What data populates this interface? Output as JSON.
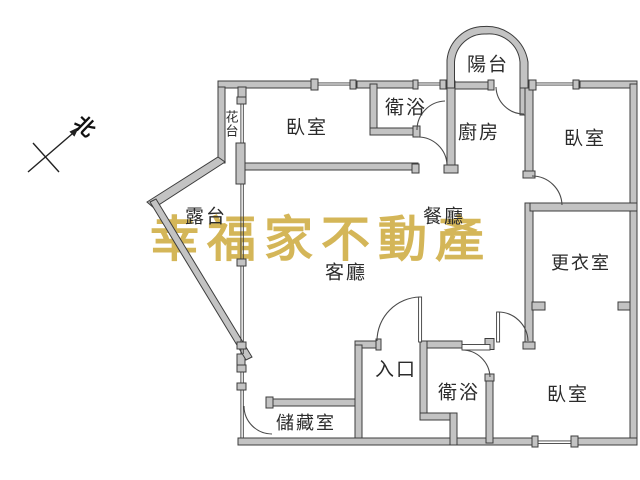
{
  "title": "apartment-floor-plan",
  "watermark": {
    "text": "幸福家不動產",
    "color": "#d1b04a"
  },
  "compass": {
    "label": "北"
  },
  "colors": {
    "background": "#ffffff",
    "wall_fill": "#c3c3c3",
    "wall_outline": "#3c3c3c",
    "label_text": "#2b2b2b"
  },
  "rooms": [
    {
      "id": "terrace",
      "label": "露台"
    },
    {
      "id": "flower-bed",
      "label": "花台"
    },
    {
      "id": "bedroom-top-left",
      "label": "臥室"
    },
    {
      "id": "bathroom-top",
      "label": "衛浴"
    },
    {
      "id": "balcony",
      "label": "陽台"
    },
    {
      "id": "kitchen",
      "label": "廚房"
    },
    {
      "id": "bedroom-top-right",
      "label": "臥室"
    },
    {
      "id": "dining-room",
      "label": "餐廳"
    },
    {
      "id": "living-room",
      "label": "客廳"
    },
    {
      "id": "walk-in-closet",
      "label": "更衣室"
    },
    {
      "id": "entrance",
      "label": "入口"
    },
    {
      "id": "bathroom-bottom",
      "label": "衛浴"
    },
    {
      "id": "bedroom-bottom",
      "label": "臥室"
    },
    {
      "id": "storage-room",
      "label": "儲藏室"
    }
  ]
}
